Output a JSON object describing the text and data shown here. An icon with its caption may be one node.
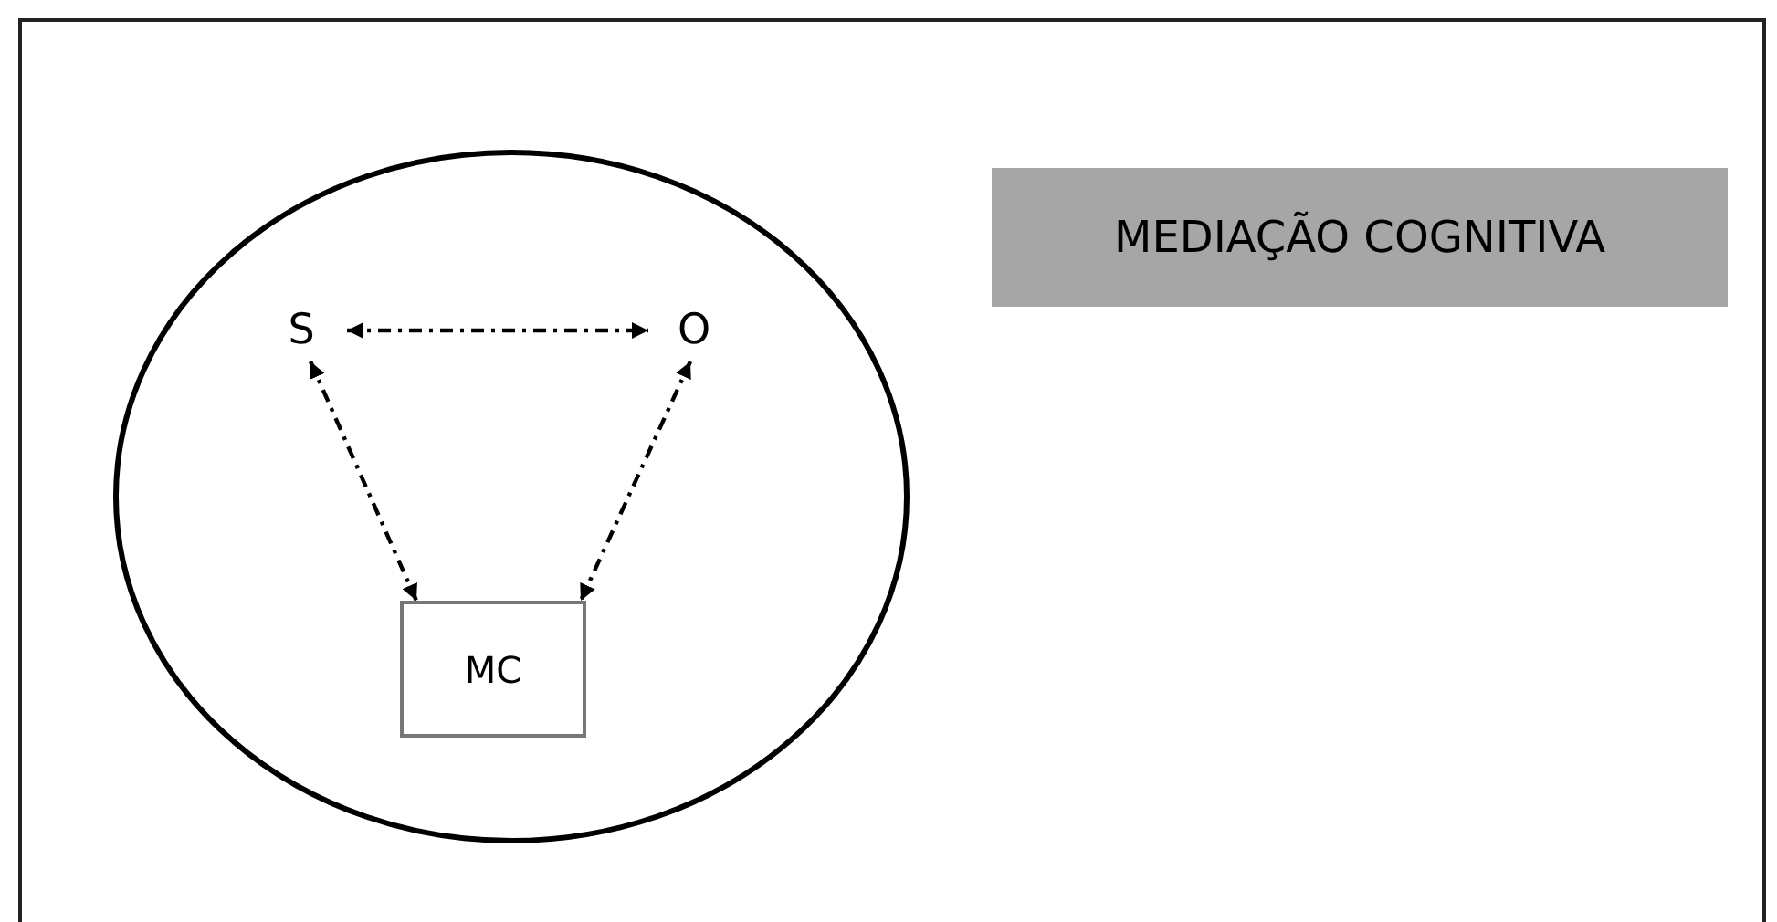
{
  "diagram": {
    "nodes": [
      {
        "text": [],
        "shape": "circle"
      },
      {
        "text": [
          "S"
        ],
        "in": 0
      },
      {
        "text": [
          "O"
        ],
        "in": 0
      },
      {
        "text": [
          "MC"
        ],
        "in": 0
      },
      {
        "text": [
          "MEDIAÇÃO COGNITIVA"
        ]
      }
    ],
    "edges": [
      {
        "from": 1,
        "to": 2,
        "arrow": "both",
        "style": "dashed"
      },
      {
        "from": 1,
        "to": 3,
        "arrow": "both",
        "style": "dashed"
      },
      {
        "from": 2,
        "to": 3,
        "arrow": "both",
        "style": "dashed"
      }
    ]
  }
}
